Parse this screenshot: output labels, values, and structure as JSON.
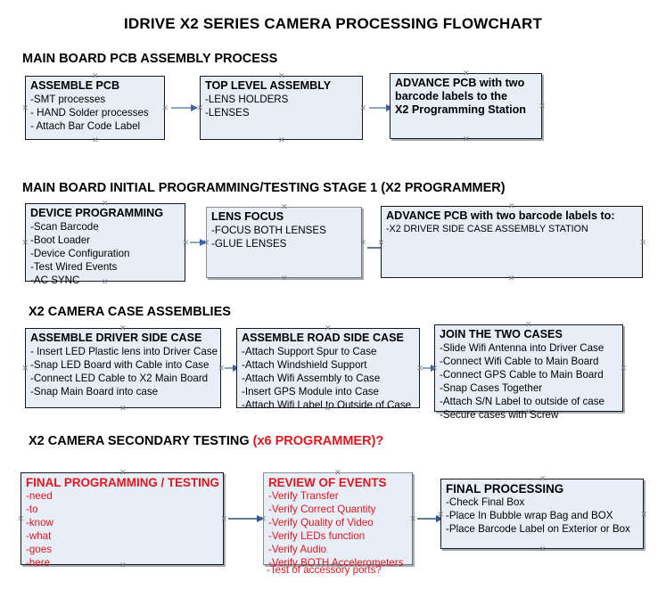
{
  "document": {
    "title": "IDRIVE X2  SERIES CAMERA PROCESSING FLOWCHART"
  },
  "sections": [
    {
      "id": "main-board-pcb-assembly-process",
      "title": "MAIN BOARD PCB ASSEMBLY PROCESS",
      "title_suffix": "",
      "boxes": [
        {
          "id": "assemble-pcb",
          "title": "ASSEMBLE PCB",
          "lines": [
            "-SMT processes",
            "- HAND Solder processes",
            "- Attach Bar Code Label"
          ]
        },
        {
          "id": "top-level-assembly",
          "title": "TOP LEVEL ASSEMBLY",
          "lines": [
            "-LENS HOLDERS",
            "-LENSES"
          ]
        },
        {
          "id": "advance-pcb-to-programming-station",
          "title": "ADVANCE PCB with two",
          "lines": [
            "barcode labels to the",
            " X2 Programming Station"
          ]
        }
      ]
    },
    {
      "id": "main-board-initial-programming-testing-stage-1",
      "title": "MAIN BOARD INITIAL PROGRAMMING/TESTING STAGE 1 (X2 PROGRAMMER)",
      "title_suffix": "",
      "boxes": [
        {
          "id": "device-programming",
          "title": "DEVICE PROGRAMMING",
          "lines": [
            "-Scan Barcode",
            "-Boot Loader",
            "-Device Configuration",
            "-Test Wired Events",
            "-AC SYNC"
          ]
        },
        {
          "id": "lens-focus",
          "title": "LENS FOCUS",
          "lines": [
            "-FOCUS BOTH LENSES",
            "-GLUE LENSES"
          ]
        },
        {
          "id": "advance-pcb-to-driver-side-case-assembly",
          "title": "ADVANCE PCB with two barcode labels to:",
          "lines": [
            "-X2 DRIVER  SIDE  CASE  ASSEMBLY STATION"
          ]
        }
      ]
    },
    {
      "id": "x2-camera-case-assemblies",
      "title": "X2 CAMERA CASE ASSEMBLIES",
      "title_suffix": "",
      "boxes": [
        {
          "id": "assemble-driver-side-case",
          "title": "ASSEMBLE DRIVER SIDE CASE",
          "lines": [
            "- Insert LED Plastic lens into Driver Case",
            "-Snap LED Board with Cable into Case",
            "-Connect LED Cable to X2 Main Board",
            "-Snap Main Board into case"
          ]
        },
        {
          "id": "assemble-road-side-case",
          "title": "ASSEMBLE ROAD SIDE CASE",
          "lines": [
            "-Attach Support Spur to Case",
            "-Attach Windshield Support",
            "-Attach Wifi Assembly to Case",
            "-Insert GPS Module into Case",
            "-Attach Wifi Label to Outside of Case"
          ]
        },
        {
          "id": "join-the-two-cases",
          "title": "JOIN THE TWO CASES",
          "lines": [
            "-Slide Wifi Antenna into Driver Case",
            "-Connect Wifi Cable to Main Board",
            "-Connect GPS Cable to Main Board",
            "-Snap Cases Together",
            "-Attach S/N Label to outside of case",
            "-Secure cases with Screw"
          ]
        }
      ]
    },
    {
      "id": "x2-camera-secondary-testing",
      "title": "X2 CAMERA SECONDARY TESTING ",
      "title_suffix": "(x6 PROGRAMMER)?",
      "boxes": [
        {
          "id": "final-programming-testing",
          "title": "FINAL PROGRAMMING / TESTING",
          "lines": [
            "-need",
            "-to",
            "-know",
            "-what",
            "-goes",
            "-here"
          ]
        },
        {
          "id": "review-of-events",
          "title": "REVIEW OF EVENTS",
          "lines": [
            "-Verify Transfer",
            "-Verify Correct Quantity",
            "-Verify Quality of Video",
            "-Verify LEDs function",
            "-Verify Audio",
            "-Verify BOTH Accelerometers"
          ],
          "overflow_line": "-Test of accessory ports?"
        },
        {
          "id": "final-processing",
          "title": "FINAL PROCESSING",
          "lines": [
            " -Check Final Box",
            "-Place In Bubble wrap Bag and BOX",
            "-Place Barcode Label on Exterior or Box"
          ]
        }
      ]
    }
  ],
  "colors": {
    "box_fill": "#e8eef7",
    "box_border": "#15181f",
    "box_border_gray": "#8a8f96",
    "arrow": "#8ba7c4",
    "arrow_head": "#3e62a8",
    "text": "#000000",
    "red_text": "#e8141b"
  }
}
